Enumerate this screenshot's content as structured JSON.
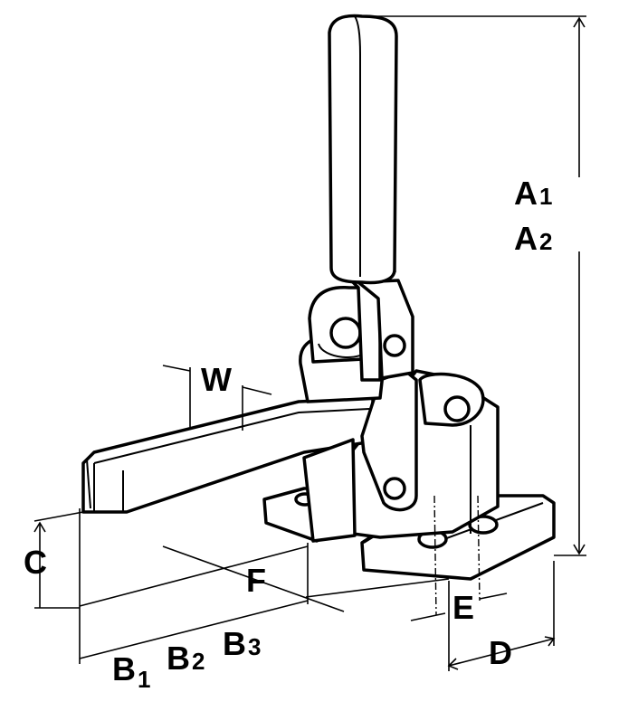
{
  "colors": {
    "ink": "#000000",
    "background": "#ffffff"
  },
  "labels": {
    "a1": {
      "main": "A",
      "sub": "1"
    },
    "a2": {
      "main": "A",
      "sub": "2"
    },
    "w": "W",
    "c": "C",
    "f": "F",
    "e": "E",
    "d": "D",
    "b1": {
      "main": "B",
      "sub": "1"
    },
    "b2": {
      "main": "B",
      "sub": "2"
    },
    "b3": {
      "main": "B",
      "sub": "3"
    }
  }
}
